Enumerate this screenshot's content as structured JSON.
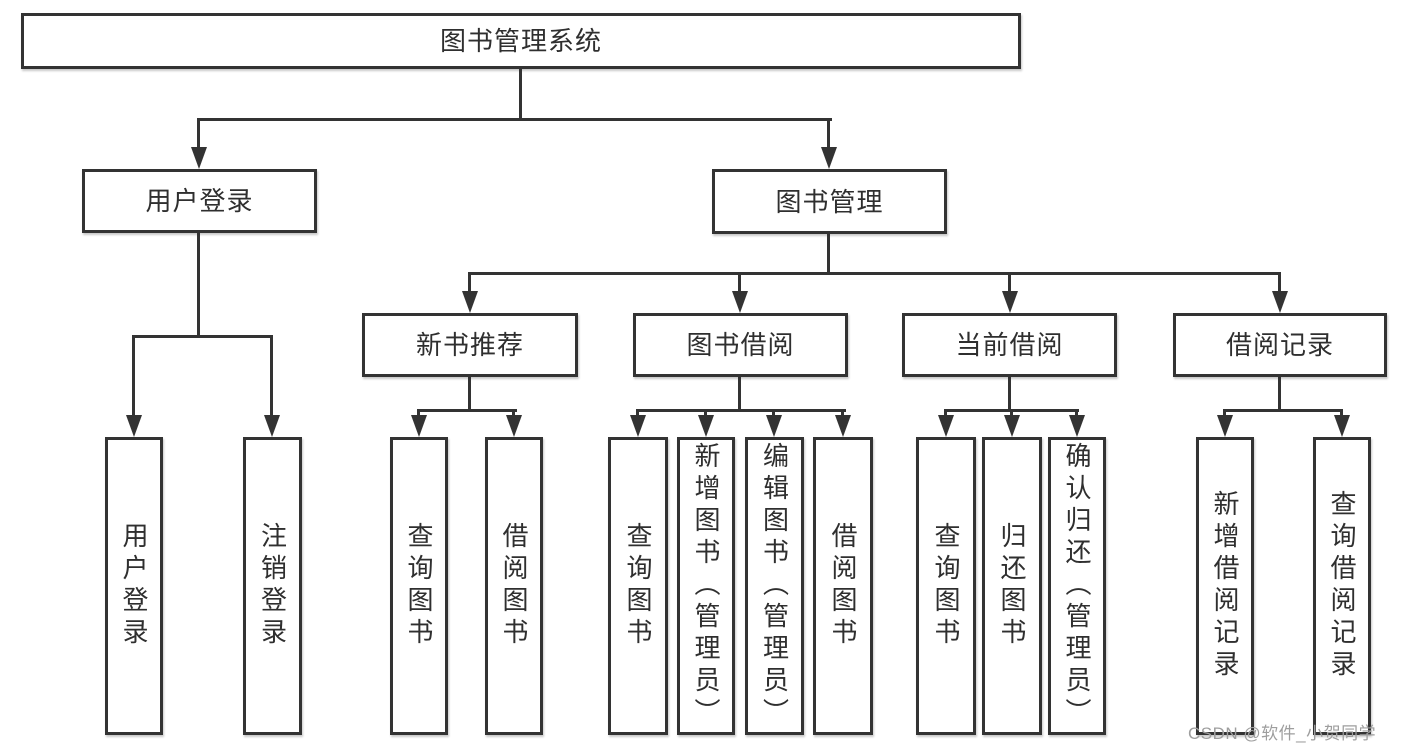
{
  "nodes": {
    "root": "图书管理系统",
    "level2": [
      "用户登录",
      "图书管理"
    ],
    "level3": [
      "新书推荐",
      "图书借阅",
      "当前借阅",
      "借阅记录"
    ],
    "leaves": [
      "用户登录",
      "注销登录",
      "查询图书",
      "借阅图书",
      "查询图书",
      "新增图书（管理员）",
      "编辑图书（管理员）",
      "借阅图书",
      "查询图书",
      "归还图书",
      "确认归还（管理员）",
      "新增借阅记录",
      "查询借阅记录"
    ]
  },
  "watermark": "CSDN @软件_小贺同学",
  "colors": {
    "line": "#333333",
    "text": "#2f2f2f",
    "watermark": "#9e9e9e",
    "background": "#ffffff"
  }
}
